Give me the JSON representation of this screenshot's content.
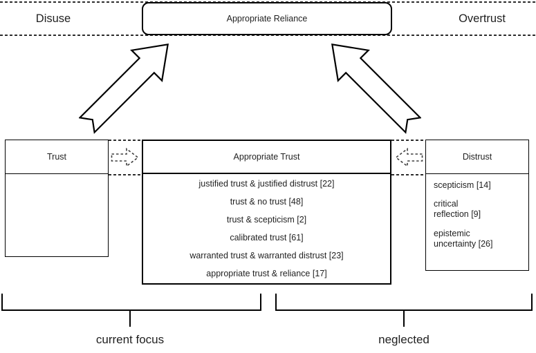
{
  "top_band": {
    "left_label": "Disuse",
    "center_label": "Appropriate Reliance",
    "right_label": "Overtrust"
  },
  "boxes": {
    "trust": {
      "title": "Trust",
      "items": []
    },
    "appropriate_trust": {
      "title": "Appropriate Trust",
      "items": [
        "justified trust & justified distrust [22]",
        "trust & no trust [48]",
        "trust & scepticism [2]",
        "calibrated trust [61]",
        "warranted trust & warranted distrust [23]",
        "appropriate trust & reliance [17]"
      ]
    },
    "distrust": {
      "title": "Distrust",
      "items": [
        "scepticism [14]",
        "critical\nreflection [9]",
        "epistemic\nuncertainty [26]"
      ]
    }
  },
  "brackets": {
    "left_label": "current focus",
    "right_label": "neglected"
  },
  "icons": {
    "solid_left": "up-right-block-arrow",
    "solid_right": "up-left-block-arrow",
    "dashed_left": "dashed-right-block-arrow",
    "dashed_right": "dashed-left-block-arrow"
  },
  "colors": {
    "line": "#000000",
    "text": "#1f1f1f",
    "background": "#ffffff"
  }
}
